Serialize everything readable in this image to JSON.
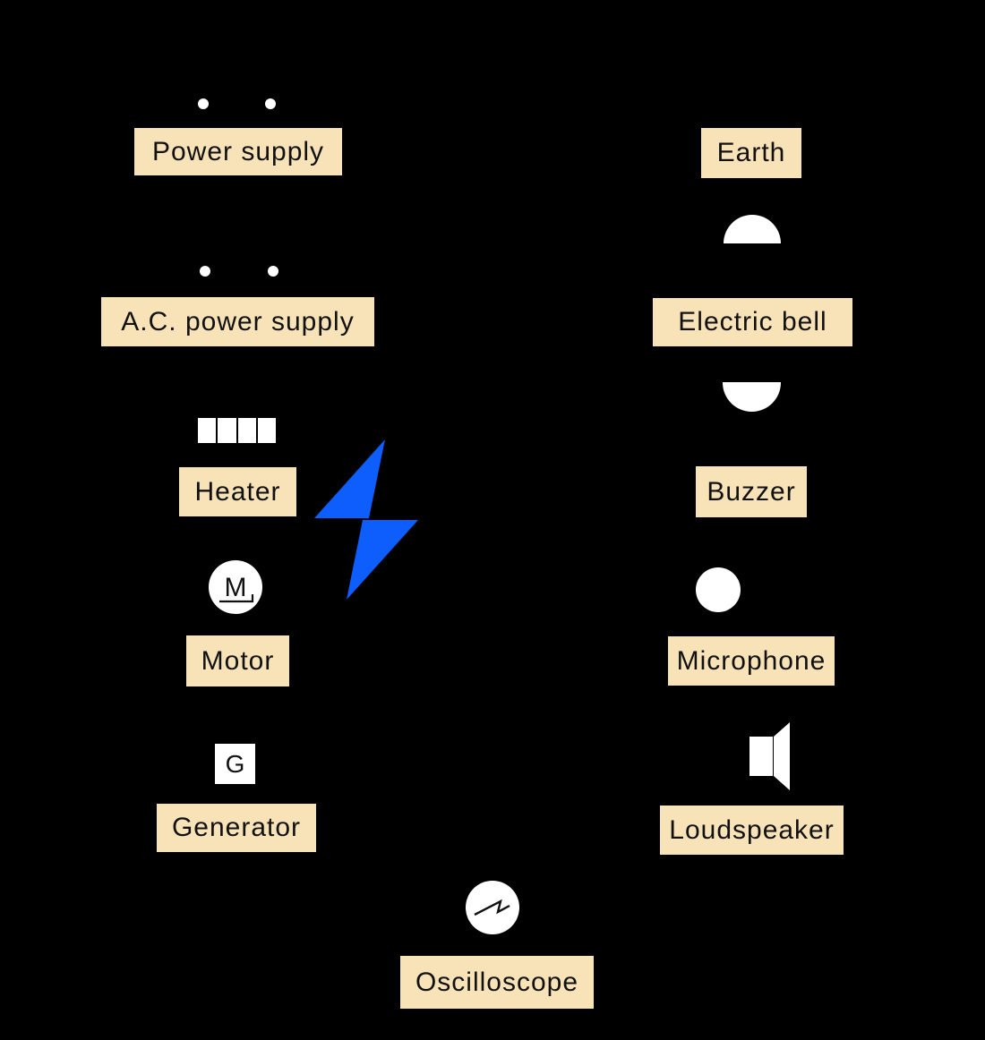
{
  "colors": {
    "background": "#000000",
    "label_background": "#F8E3B8",
    "label_text": "#111111",
    "symbol_fill": "#FFFFFF",
    "lightning_blue": "#0D5EFD"
  },
  "labels": {
    "power_supply": "Power supply",
    "ac_power_supply": "A.C. power supply",
    "heater": "Heater",
    "motor": "Motor",
    "generator": "Generator",
    "earth": "Earth",
    "electric_bell": "Electric bell",
    "buzzer": "Buzzer",
    "microphone": "Microphone",
    "loudspeaker": "Loudspeaker",
    "oscilloscope": "Oscilloscope"
  },
  "symbols": {
    "motor_letter": "M",
    "generator_letter": "G"
  }
}
